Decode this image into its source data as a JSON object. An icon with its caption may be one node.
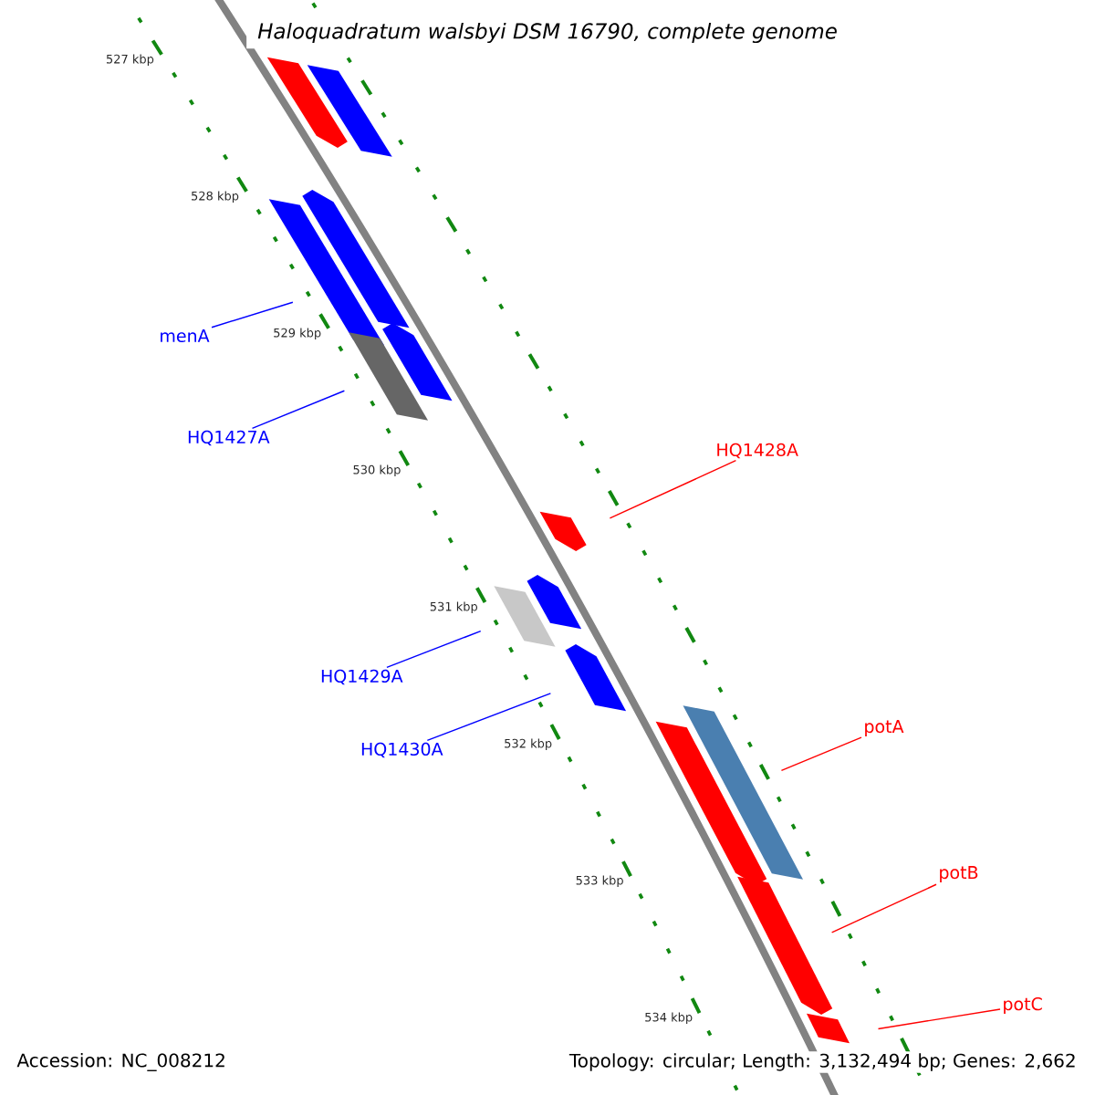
{
  "diagram": {
    "title": "Haloquadratum walsbyi DSM 16790, complete genome",
    "nodes": [
      {
        "text": [
          "menA"
        ]
      },
      {
        "text": [
          "HQ1427A"
        ]
      },
      {
        "text": [
          "HQ1428A"
        ]
      },
      {
        "text": [
          "HQ1429A"
        ]
      },
      {
        "text": [
          "HQ1430A"
        ]
      },
      {
        "text": [
          "potA"
        ]
      },
      {
        "text": [
          "potB"
        ]
      },
      {
        "text": [
          "potC"
        ]
      },
      {
        "text": [],
        "shape": "bar"
      },
      {
        "text": [],
        "shape": "bar"
      },
      {
        "text": [],
        "shape": "bar"
      },
      {
        "text": [],
        "shape": "bar"
      },
      {
        "text": [],
        "shape": "bar"
      },
      {
        "text": [],
        "shape": "bar"
      },
      {
        "text": [],
        "shape": "bar"
      },
      {
        "text": [],
        "shape": "bar"
      },
      {
        "text": [],
        "shape": "bar"
      },
      {
        "text": [],
        "shape": "bar"
      },
      {
        "text": [],
        "shape": "bar"
      },
      {
        "text": [],
        "shape": "bar"
      },
      {
        "text": [],
        "shape": "bar"
      },
      {
        "text": [],
        "shape": "bar"
      }
    ],
    "edges": [
      {
        "from": 0,
        "to": 11,
        "arrow": "none",
        "color": "#0000ff"
      },
      {
        "from": 1,
        "to": 13,
        "arrow": "none",
        "color": "#0000ff"
      },
      {
        "from": 2,
        "to": 14,
        "arrow": "none",
        "color": "#ff0000"
      },
      {
        "from": 3,
        "to": 16,
        "arrow": "none",
        "color": "#0000ff"
      },
      {
        "from": 4,
        "to": 17,
        "arrow": "none",
        "color": "#0000ff"
      },
      {
        "from": 5,
        "to": 18,
        "arrow": "none",
        "color": "#ff0000"
      },
      {
        "from": 6,
        "to": 20,
        "arrow": "none",
        "color": "#ff0000"
      },
      {
        "from": 7,
        "to": 21,
        "arrow": "none",
        "color": "#ff0000"
      }
    ],
    "labels": [
      "527 kbp",
      "528 kbp",
      "529 kbp",
      "530 kbp",
      "531 kbp",
      "532 kbp",
      "533 kbp",
      "534 kbp",
      "Accession: NC_008212",
      "Topology: circular; Length: 3,132,494 bp; Genes: 2,662"
    ]
  }
}
